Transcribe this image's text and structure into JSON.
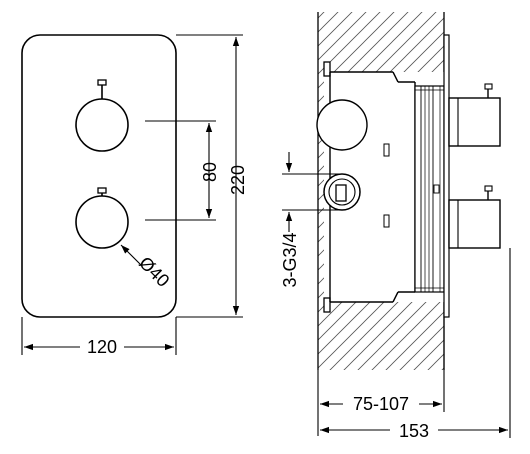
{
  "front_view": {
    "width_label": "120",
    "height_label": "220",
    "spacing_label": "80",
    "knob_diameter_label": "Ø40"
  },
  "side_view": {
    "connection_label": "3-G3/4",
    "depth_label": "75-107",
    "overall_label": "153"
  }
}
